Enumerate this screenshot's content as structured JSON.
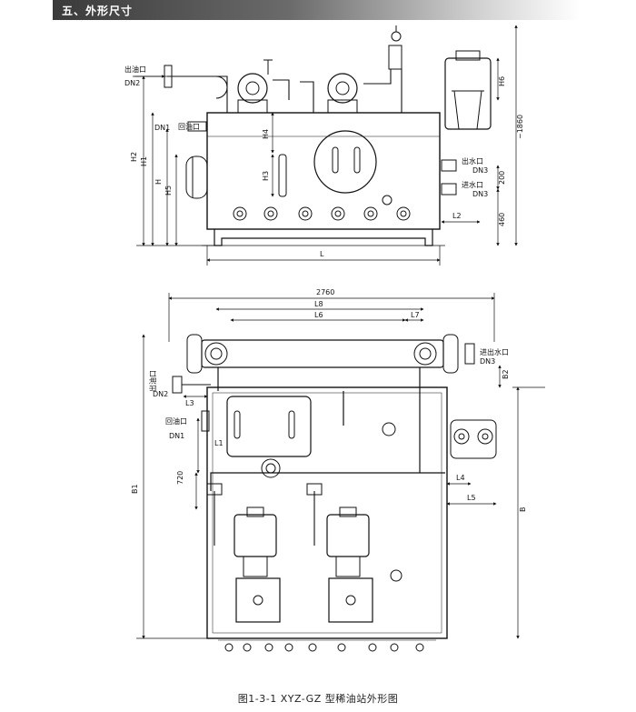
{
  "section_title": "五、外形尺寸",
  "caption": "图1-3-1  XYZ-GZ  型稀油站外形图",
  "front_view": {
    "labels": {
      "outlet_port": "出油口",
      "outlet_dn": "DN2",
      "return_port": "回油口",
      "return_dn": "DN1",
      "h": "H",
      "h1": "H1",
      "h2": "H2",
      "h3": "H3",
      "h4": "H4",
      "h5": "H5",
      "l": "L",
      "l2": "L2",
      "h6": "H6",
      "dim_1860": "~1860",
      "water_out": "出水口",
      "water_out_dn": "DN3",
      "water_in": "进水口",
      "water_in_dn": "DN3",
      "dim_200": "200",
      "dim_460": "460"
    }
  },
  "top_view": {
    "labels": {
      "dim_2760": "2760",
      "l8": "L8",
      "l6": "L6",
      "l7": "L7",
      "water_in_out": "进出水口",
      "water_dn": "DN3",
      "b2": "B2",
      "outlet_port": "出油口",
      "outlet_dn": "DN2",
      "l3": "L3",
      "return_port": "回油口",
      "return_dn": "DN1",
      "l1": "L1",
      "dim_720": "720",
      "l4": "L4",
      "l5": "L5",
      "b1": "B1",
      "b": "B"
    }
  }
}
